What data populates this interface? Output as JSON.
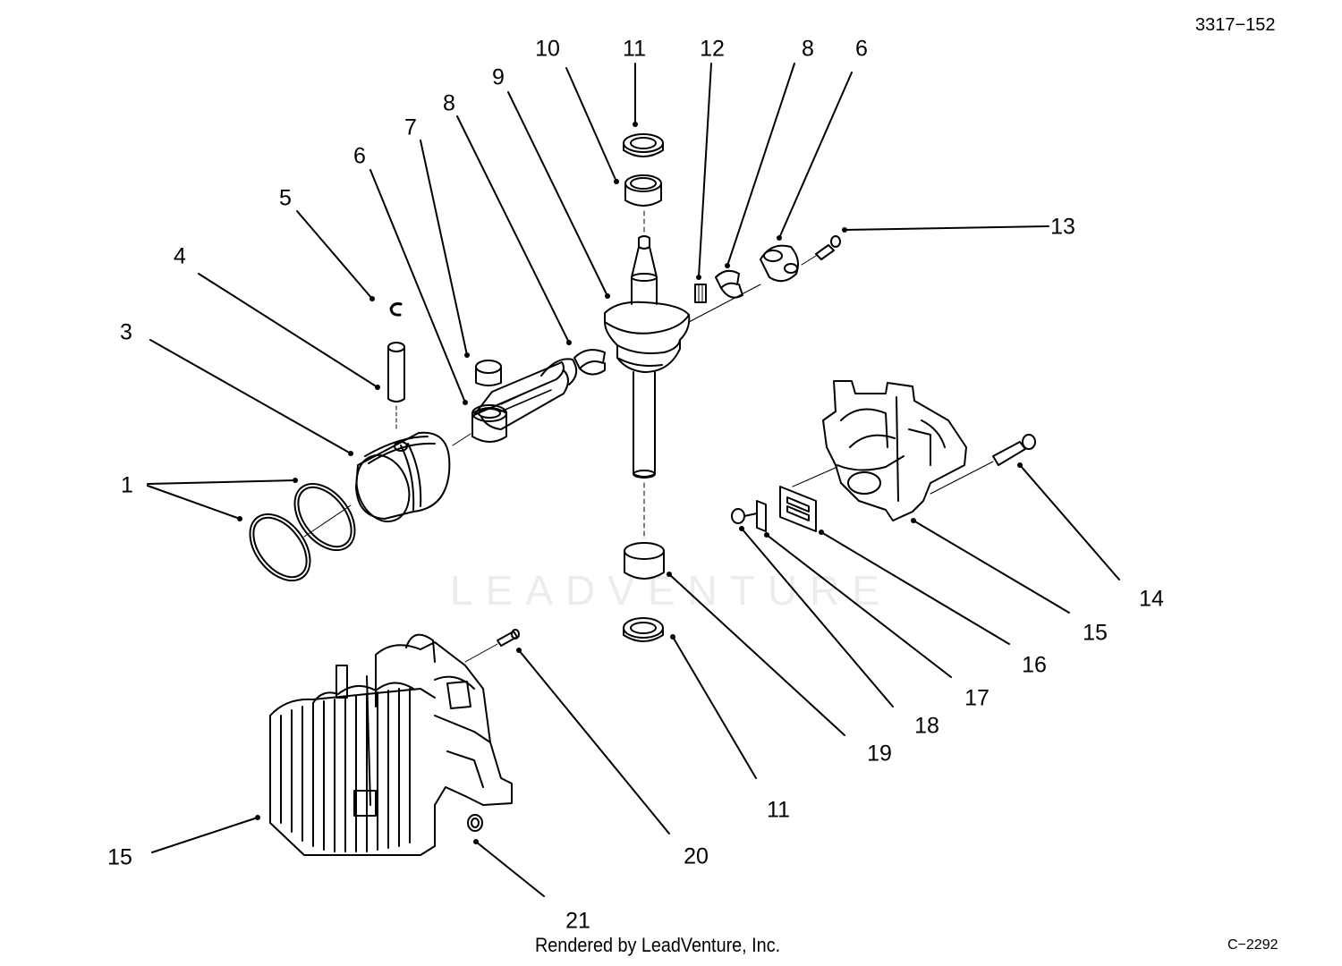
{
  "diagram": {
    "drawing_number": "3317−152",
    "sheet_code": "C−2292",
    "footer_credit": "Rendered by LeadVenture, Inc.",
    "watermark_text": "LEADVENTURE",
    "line_color": "#000000",
    "watermark_color": "#ececec",
    "callouts": [
      "1",
      "3",
      "4",
      "5",
      "6",
      "7",
      "8",
      "9",
      "10",
      "11",
      "12",
      "8",
      "6",
      "13",
      "14",
      "15",
      "16",
      "17",
      "18",
      "19",
      "11",
      "20",
      "15",
      "21"
    ]
  }
}
